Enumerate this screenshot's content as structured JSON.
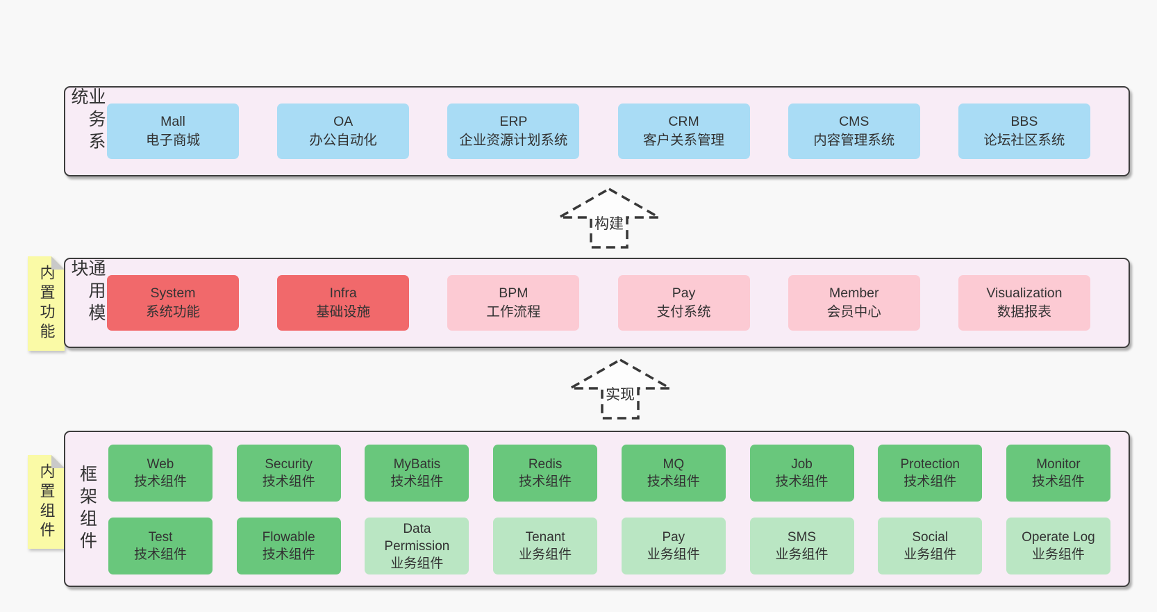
{
  "colors": {
    "page_bg": "#f8f8f8",
    "panel_bg": "#f8ecf6",
    "panel_border": "#3d3d3d",
    "blue": "#a9dcf5",
    "red": "#f1696b",
    "pink": "#fccad3",
    "green_dark": "#69c77c",
    "green_light": "#bae6c3",
    "tag_yellow": "#fafaa6",
    "tag_fold_gray": "#c9c9c9",
    "text": "#333333"
  },
  "arrows": [
    {
      "label": "构建"
    },
    {
      "label": "实现"
    }
  ],
  "layers": {
    "business": {
      "side_label": "业务系统",
      "boxes": [
        {
          "name": "Mall",
          "sub": "电子商城",
          "variant": "blue"
        },
        {
          "name": "OA",
          "sub": "办公自动化",
          "variant": "blue"
        },
        {
          "name": "ERP",
          "sub": "企业资源计划系统",
          "variant": "blue"
        },
        {
          "name": "CRM",
          "sub": "客户关系管理",
          "variant": "blue"
        },
        {
          "name": "CMS",
          "sub": "内容管理系统",
          "variant": "blue"
        },
        {
          "name": "BBS",
          "sub": "论坛社区系统",
          "variant": "blue"
        }
      ]
    },
    "modules": {
      "side_label": "通用模块",
      "tag_label": "内置功能",
      "boxes": [
        {
          "name": "System",
          "sub": "系统功能",
          "variant": "red"
        },
        {
          "name": "Infra",
          "sub": "基础设施",
          "variant": "red"
        },
        {
          "name": "BPM",
          "sub": "工作流程",
          "variant": "pink"
        },
        {
          "name": "Pay",
          "sub": "支付系统",
          "variant": "pink"
        },
        {
          "name": "Member",
          "sub": "会员中心",
          "variant": "pink"
        },
        {
          "name": "Visualization",
          "sub": "数据报表",
          "variant": "pink"
        }
      ]
    },
    "components": {
      "side_label": "框架组件",
      "tag_label": "内置组件",
      "rows": [
        [
          {
            "name": "Web",
            "sub": "技术组件",
            "variant": "green"
          },
          {
            "name": "Security",
            "sub": "技术组件",
            "variant": "green"
          },
          {
            "name": "MyBatis",
            "sub": "技术组件",
            "variant": "green"
          },
          {
            "name": "Redis",
            "sub": "技术组件",
            "variant": "green"
          },
          {
            "name": "MQ",
            "sub": "技术组件",
            "variant": "green"
          },
          {
            "name": "Job",
            "sub": "技术组件",
            "variant": "green"
          },
          {
            "name": "Protection",
            "sub": "技术组件",
            "variant": "green"
          },
          {
            "name": "Monitor",
            "sub": "技术组件",
            "variant": "green"
          }
        ],
        [
          {
            "name": "Test",
            "sub": "技术组件",
            "variant": "green"
          },
          {
            "name": "Flowable",
            "sub": "技术组件",
            "variant": "green"
          },
          {
            "name": "Data Permission",
            "sub": "业务组件",
            "variant": "green-light"
          },
          {
            "name": "Tenant",
            "sub": "业务组件",
            "variant": "green-light"
          },
          {
            "name": "Pay",
            "sub": "业务组件",
            "variant": "green-light"
          },
          {
            "name": "SMS",
            "sub": "业务组件",
            "variant": "green-light"
          },
          {
            "name": "Social",
            "sub": "业务组件",
            "variant": "green-light"
          },
          {
            "name": "Operate Log",
            "sub": "业务组件",
            "variant": "green-light"
          }
        ]
      ]
    }
  }
}
